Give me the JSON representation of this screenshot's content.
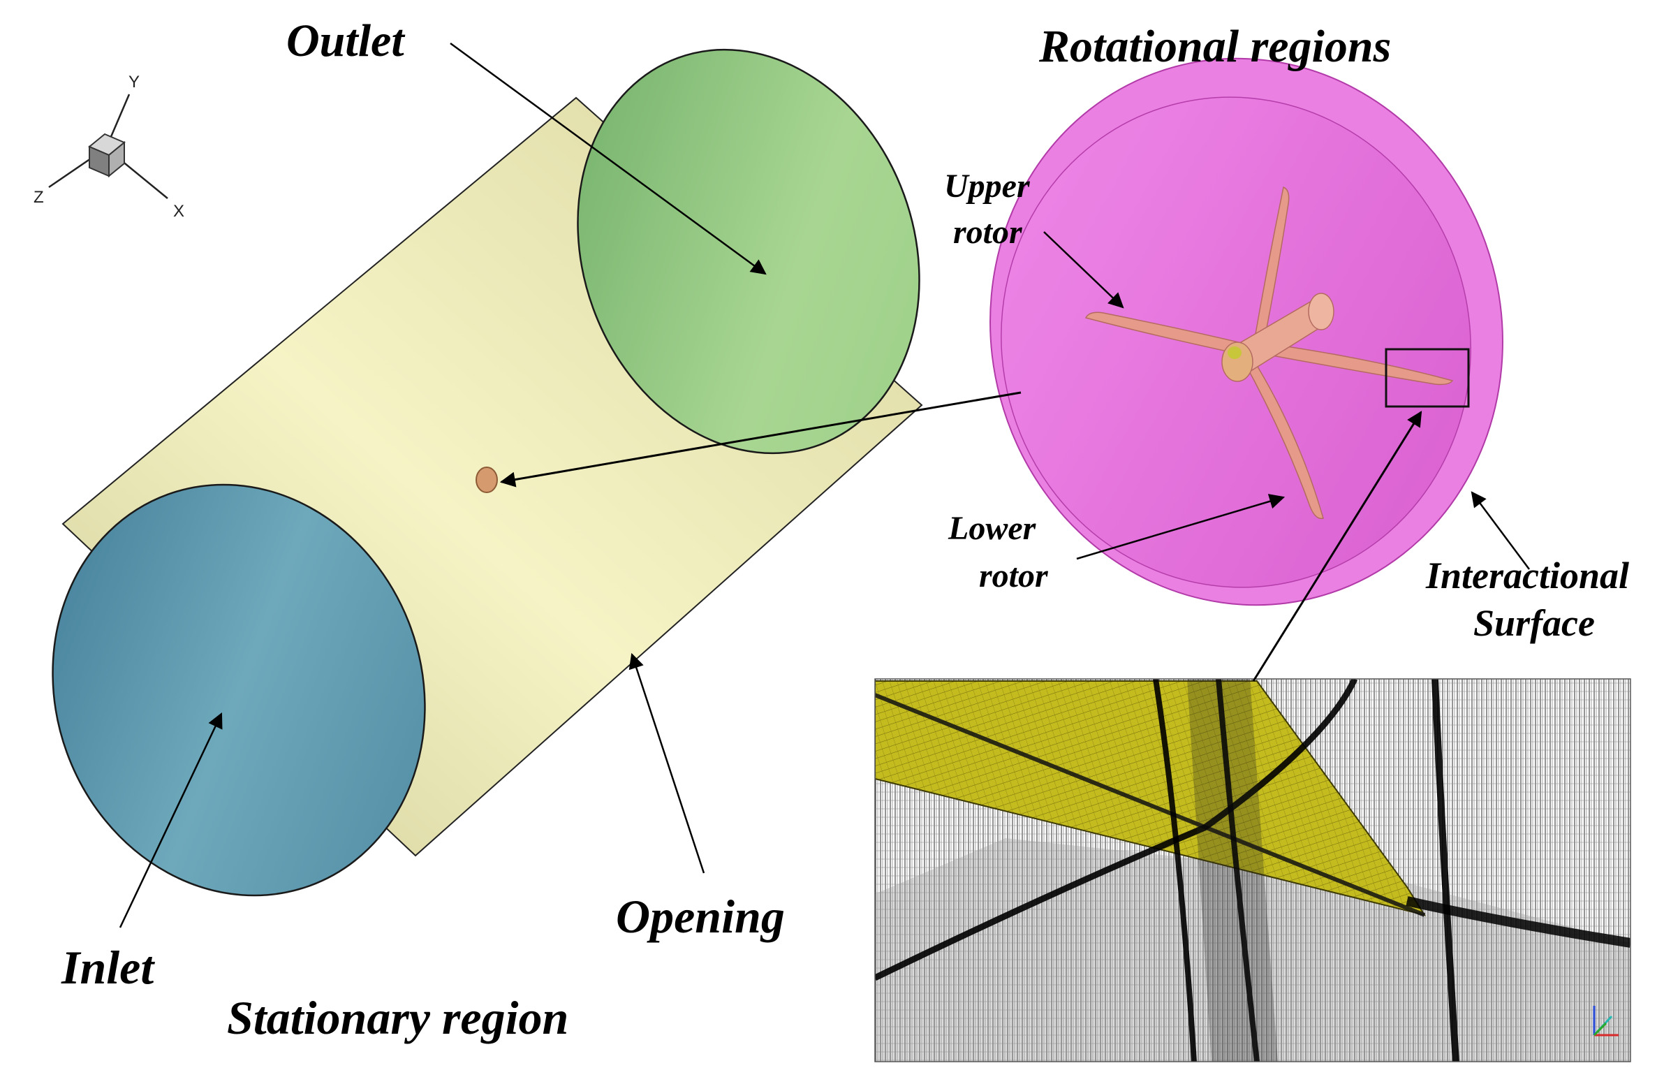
{
  "labels": {
    "outlet": "Outlet",
    "inlet": "Inlet",
    "opening": "Opening",
    "stationary_region": "Stationary region",
    "rotational_regions": "Rotational regions",
    "upper_rotor_1": "Upper",
    "upper_rotor_2": "rotor",
    "lower_rotor_1": "Lower",
    "lower_rotor_2": "rotor",
    "interactional_surface_1": "Interactional",
    "interactional_surface_2": "Surface"
  },
  "axes": {
    "x": "X",
    "y": "Y",
    "z": "Z"
  },
  "colors": {
    "cylinder_body": "#f2f0bc",
    "outlet_face": "#9fd08a",
    "inlet_face": "#5f9ab0",
    "rotational_disk": "#e56fe0",
    "rotor_blade": "#e59a8a",
    "mesh_blade": "#c2b81c",
    "mesh_line": "#1a1a1a"
  }
}
